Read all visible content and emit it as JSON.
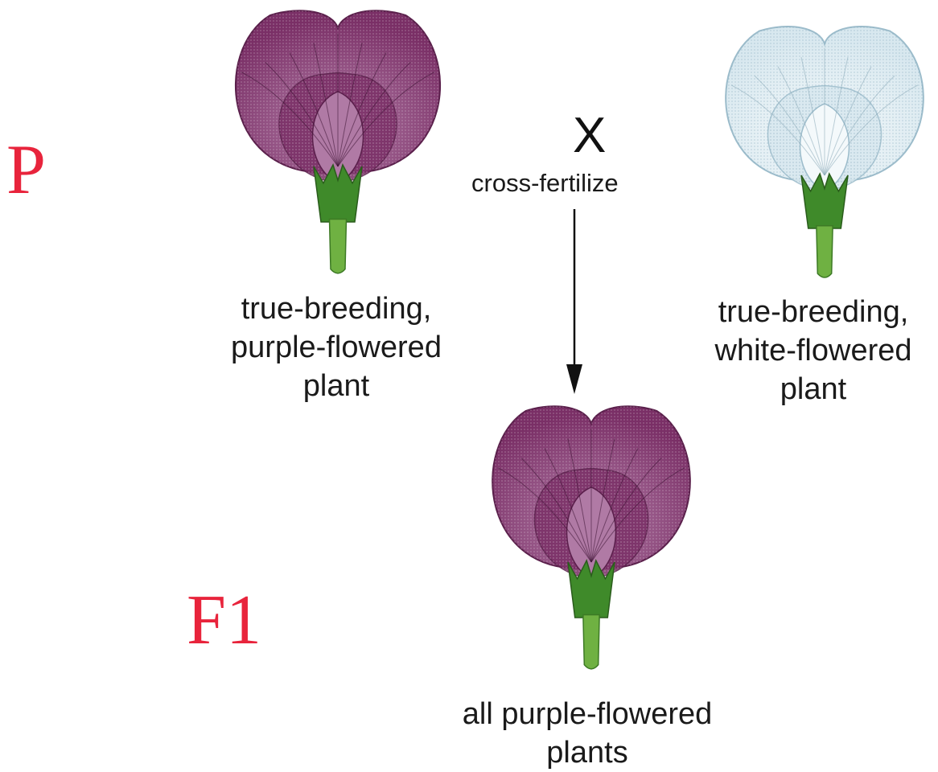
{
  "generations": {
    "parental": "P",
    "first_filial": "F1"
  },
  "cross": {
    "symbol": "X",
    "label": "cross-fertilize"
  },
  "parents": {
    "purple": {
      "caption_lines": [
        "true-breeding,",
        "purple-flowered",
        "plant"
      ]
    },
    "white": {
      "caption_lines": [
        "true-breeding,",
        "white-flowered",
        "plant"
      ]
    }
  },
  "offspring": {
    "caption_lines": [
      "all purple-flowered",
      "plants"
    ]
  },
  "colors": {
    "generation_label": "#e8243c",
    "purple_petal": "#7a2f66",
    "purple_petal_light": "#b07aa5",
    "white_petal": "#d8e8ef",
    "white_petal_edge": "#9cbccb",
    "sepal": "#3f8a2a",
    "stem": "#6fb142"
  }
}
